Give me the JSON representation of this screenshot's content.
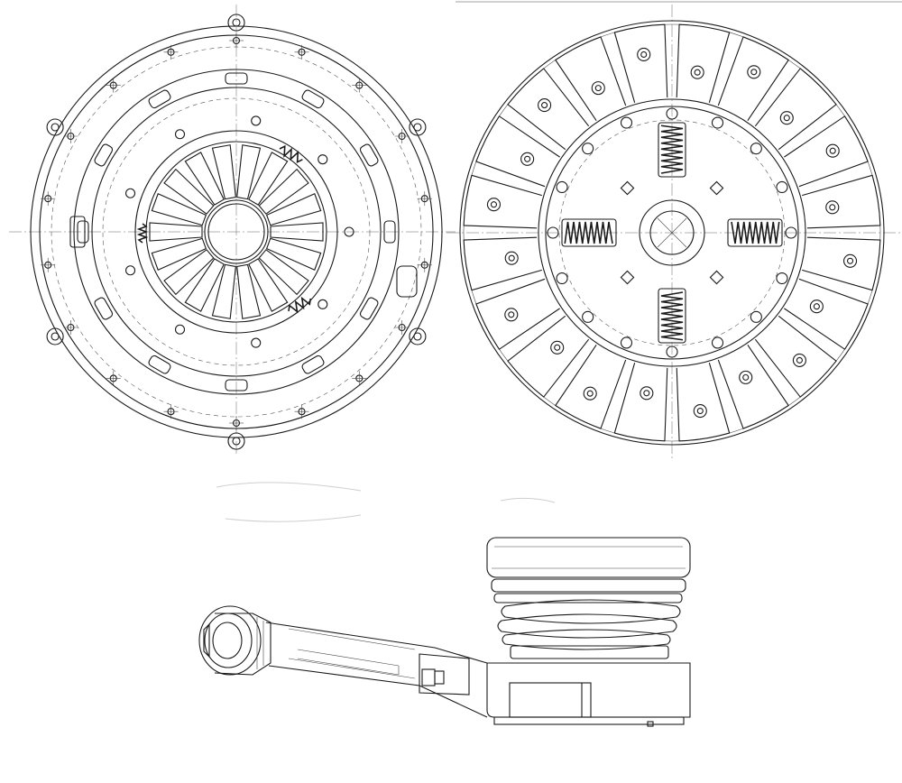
{
  "colors": {
    "line": "#1a1a1a",
    "centerline": "#666666",
    "background": "#ffffff"
  },
  "drawing": {
    "components": [
      {
        "id": "pressure-plate",
        "view": "front"
      },
      {
        "id": "clutch-disc",
        "view": "front"
      },
      {
        "id": "release-bearing",
        "view": "side"
      }
    ]
  }
}
